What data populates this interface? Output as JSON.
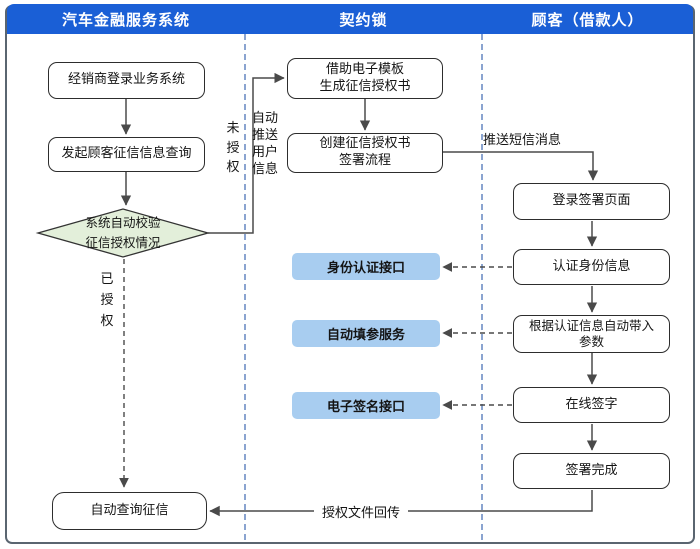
{
  "lanes": {
    "auto_finance": "汽车金融服务系统",
    "qiyuesuo": "契约锁",
    "customer": "顾客（借款人）"
  },
  "nodes": {
    "dealer_login": "经销商登录业务系统",
    "initiate_query": "发起顾客征信信息查询",
    "verify_check": "系统自动校验\n征信授权情况",
    "auto_query": "自动查询征信",
    "gen_letter": "借助电子模板\n生成征信授权书",
    "create_flow": "创建征信授权书\n签署流程",
    "id_auth_api": "身份认证接口",
    "autofill_service": "自动填参服务",
    "esign_api": "电子签名接口",
    "login_page": "登录签署页面",
    "auth_identity": "认证身份信息",
    "carry_params": "根据认证信息自动带入\n参数",
    "online_sign": "在线签字",
    "sign_done": "签署完成"
  },
  "edge_labels": {
    "not_authorized": "未授权",
    "authorized": "已授权",
    "auto_push": "自动推送用户信息",
    "sms_push": "推送短信消息",
    "file_return": "授权文件回传"
  },
  "colors": {
    "header_bg": "#1a5fd6",
    "header_text": "#ffffff",
    "lane_divider": "#3e68b0",
    "diamond_fill": "#e3efda",
    "service_fill": "#a8cdf0",
    "connector": "#4a4a4a",
    "node_border": "#2d2d2d",
    "frame_border": "#5a6570"
  }
}
